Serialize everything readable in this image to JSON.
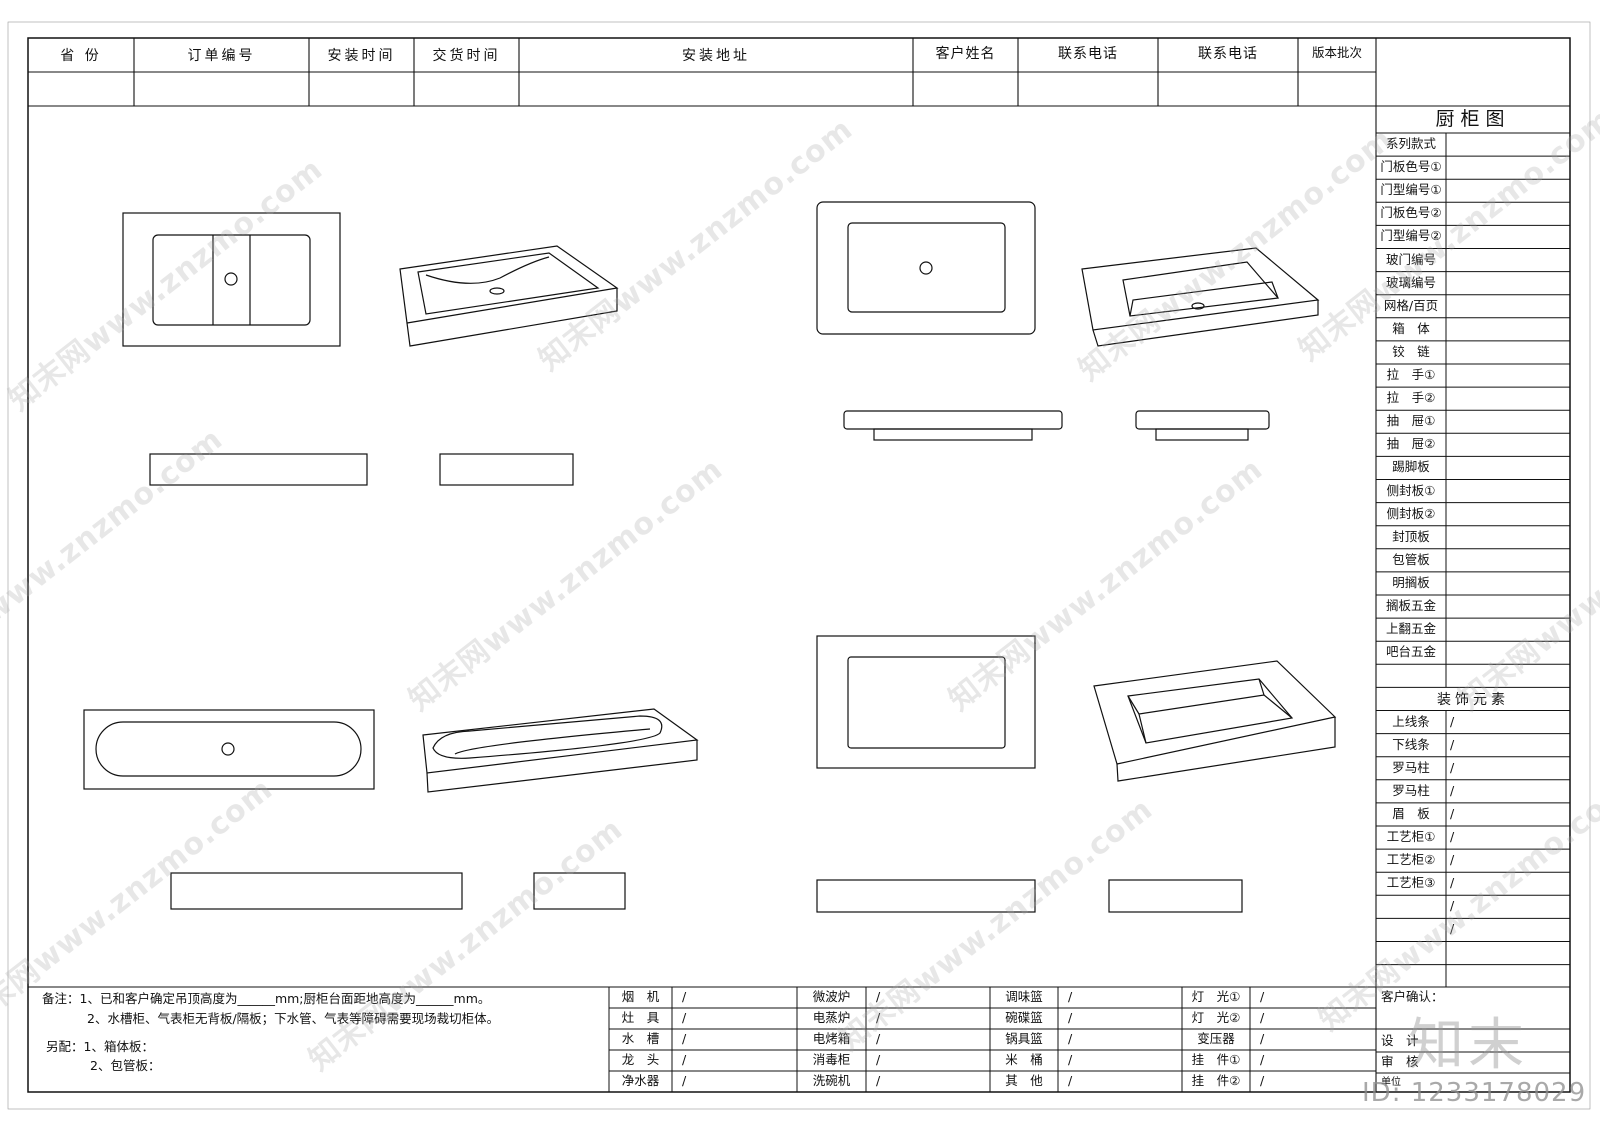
{
  "header": {
    "columns": [
      "省 份",
      "订单编号",
      "安装时间",
      "交货时间",
      "安装地址",
      "客户姓名",
      "联系电话",
      "联系电话",
      "版本批次"
    ]
  },
  "sidebar": {
    "title": "厨柜图",
    "items": [
      "系列款式",
      "门板色号①",
      "门型编号①",
      "门板色号②",
      "门型编号②",
      "玻门编号",
      "玻璃编号",
      "网格/百页",
      "箱　体",
      "铰　链",
      "拉　手①",
      "拉　手②",
      "抽　屉①",
      "抽　屉②",
      "踢脚板",
      "侧封板①",
      "侧封板②",
      "封顶板",
      "包管板",
      "明搁板",
      "搁板五金",
      "上翻五金",
      "吧台五金",
      ""
    ],
    "decor_title": "装饰元素",
    "decor_items": [
      {
        "label": "上线条",
        "value": "/"
      },
      {
        "label": "下线条",
        "value": "/"
      },
      {
        "label": "罗马柱",
        "value": "/"
      },
      {
        "label": "罗马柱",
        "value": "/"
      },
      {
        "label": "眉　板",
        "value": "/"
      },
      {
        "label": "工艺柜①",
        "value": "/"
      },
      {
        "label": "工艺柜②",
        "value": "/"
      },
      {
        "label": "工艺柜③",
        "value": "/"
      },
      {
        "label": "",
        "value": "/"
      },
      {
        "label": "",
        "value": "/"
      },
      {
        "label": "",
        "value": ""
      }
    ]
  },
  "notes": {
    "line1": "备注：1、已和客户确定吊顶高度为______mm;厨柜台面距地高度为______mm。",
    "line2": "2、水槽柜、气表柜无背板/隔板；下水管、气表等障碍需要现场裁切柜体。",
    "line3": "另配：1、箱体板：",
    "line4": "2、包管板："
  },
  "appliances": {
    "col1": [
      {
        "label": "烟　机",
        "value": "/"
      },
      {
        "label": "灶　具",
        "value": "/"
      },
      {
        "label": "水　槽",
        "value": "/"
      },
      {
        "label": "龙　头",
        "value": "/"
      },
      {
        "label": "净水器",
        "value": "/"
      }
    ],
    "col2": [
      {
        "label": "微波炉",
        "value": "/"
      },
      {
        "label": "电蒸炉",
        "value": "/"
      },
      {
        "label": "电烤箱",
        "value": "/"
      },
      {
        "label": "消毒柜",
        "value": "/"
      },
      {
        "label": "洗碗机",
        "value": "/"
      }
    ],
    "col3": [
      {
        "label": "调味篮",
        "value": "/"
      },
      {
        "label": "碗碟篮",
        "value": "/"
      },
      {
        "label": "锅具篮",
        "value": "/"
      },
      {
        "label": "米　桶",
        "value": "/"
      },
      {
        "label": "其　他",
        "value": "/"
      }
    ],
    "col4": [
      {
        "label": "灯　光①",
        "value": "/"
      },
      {
        "label": "灯　光②",
        "value": "/"
      },
      {
        "label": "变压器",
        "value": "/"
      },
      {
        "label": "挂　件①",
        "value": "/"
      },
      {
        "label": "挂　件②",
        "value": "/"
      }
    ]
  },
  "signoff": {
    "confirm": "客户确认：",
    "design": "设　计",
    "review": "审　核",
    "unit": "单位"
  },
  "watermark": {
    "text": "知末网www.znzmo.com",
    "logo": "知末",
    "id": "ID: 1233178029"
  }
}
